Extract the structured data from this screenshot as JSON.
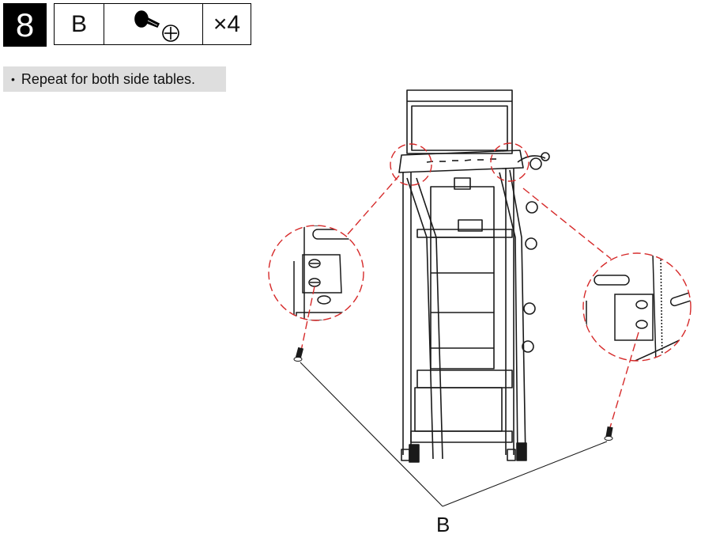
{
  "step": {
    "number": "8"
  },
  "parts": {
    "letter": "B",
    "icon": "screw-washer-icon",
    "quantity": "×4"
  },
  "note": {
    "text": "Repeat for both side tables."
  },
  "diagram": {
    "part_label": "B",
    "accent_color": "#d62a2a",
    "line_color": "#1a1a1a"
  }
}
